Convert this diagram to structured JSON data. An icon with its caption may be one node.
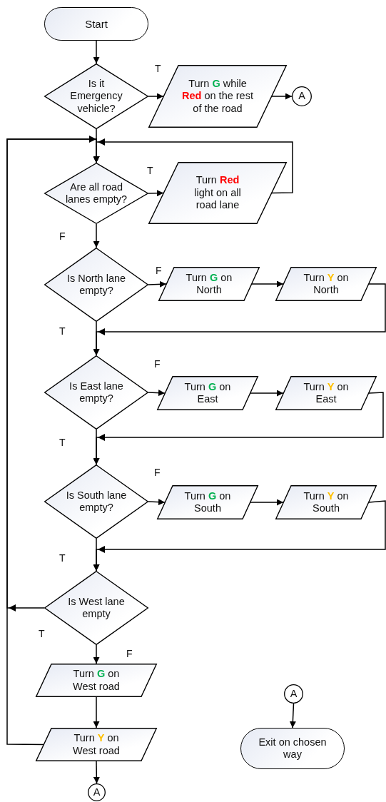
{
  "diagram": {
    "nodes": [
      {
        "text": [
          "Start"
        ]
      },
      {
        "text": [
          "Is it Emergency vehicle?"
        ]
      },
      {
        "text": [
          "Turn **G** while **Red** on the rest of the road"
        ]
      },
      {
        "text": [
          "A"
        ]
      },
      {
        "text": [
          "Are all road lanes empty?"
        ]
      },
      {
        "text": [
          "Turn **Red** light on all road lane"
        ]
      },
      {
        "text": [
          "Is North lane empty?"
        ]
      },
      {
        "text": [
          "Turn **G** on North"
        ]
      },
      {
        "text": [
          "Turn **Y** on North"
        ]
      },
      {
        "text": [
          "Is East lane empty?"
        ]
      },
      {
        "text": [
          "Turn **G** on East"
        ]
      },
      {
        "text": [
          "Turn **Y** on East"
        ]
      },
      {
        "text": [
          "Is South lane empty?"
        ]
      },
      {
        "text": [
          "Turn **G** on South"
        ]
      },
      {
        "text": [
          "Turn **Y** on South"
        ]
      },
      {
        "text": [
          "Is West lane empty"
        ]
      },
      {
        "text": [
          "Turn **G** on West road"
        ]
      },
      {
        "text": [
          "Turn **Y** on West road"
        ]
      },
      {
        "text": [
          "A"
        ]
      },
      {
        "text": [
          "A"
        ]
      },
      {
        "text": [
          "Exit on chosen way"
        ]
      }
    ],
    "edges": [
      {
        "from": 0,
        "to": 1,
        "arrow": "to"
      },
      {
        "from": 1,
        "to": 2,
        "arrow": "to",
        "label": "T"
      },
      {
        "from": 2,
        "to": 3,
        "arrow": "to"
      },
      {
        "from": 1,
        "to": 4,
        "arrow": "to"
      },
      {
        "from": 4,
        "to": 5,
        "arrow": "to",
        "label": "T"
      },
      {
        "from": 5,
        "to": 4,
        "arrow": "to"
      },
      {
        "from": 4,
        "to": 6,
        "arrow": "to",
        "label": "F"
      },
      {
        "from": 6,
        "to": 7,
        "arrow": "to",
        "label": "F"
      },
      {
        "from": 7,
        "to": 8,
        "arrow": "to"
      },
      {
        "from": 8,
        "to": 9,
        "arrow": "to"
      },
      {
        "from": 6,
        "to": 9,
        "arrow": "to",
        "label": "T"
      },
      {
        "from": 9,
        "to": 10,
        "arrow": "to",
        "label": "F"
      },
      {
        "from": 10,
        "to": 11,
        "arrow": "to"
      },
      {
        "from": 11,
        "to": 12,
        "arrow": "to"
      },
      {
        "from": 9,
        "to": 12,
        "arrow": "to",
        "label": "T"
      },
      {
        "from": 12,
        "to": 13,
        "arrow": "to",
        "label": "F"
      },
      {
        "from": 13,
        "to": 14,
        "arrow": "to"
      },
      {
        "from": 14,
        "to": 15,
        "arrow": "to"
      },
      {
        "from": 12,
        "to": 15,
        "arrow": "to",
        "label": "T"
      },
      {
        "from": 15,
        "to": 4,
        "arrow": "to",
        "label": "T"
      },
      {
        "from": 15,
        "to": 16,
        "arrow": "to",
        "label": "F"
      },
      {
        "from": 16,
        "to": 17,
        "arrow": "to"
      },
      {
        "from": 17,
        "to": 4,
        "arrow": "to"
      },
      {
        "from": 17,
        "to": 18,
        "arrow": "to"
      },
      {
        "from": 19,
        "to": 20,
        "arrow": "to"
      }
    ]
  }
}
